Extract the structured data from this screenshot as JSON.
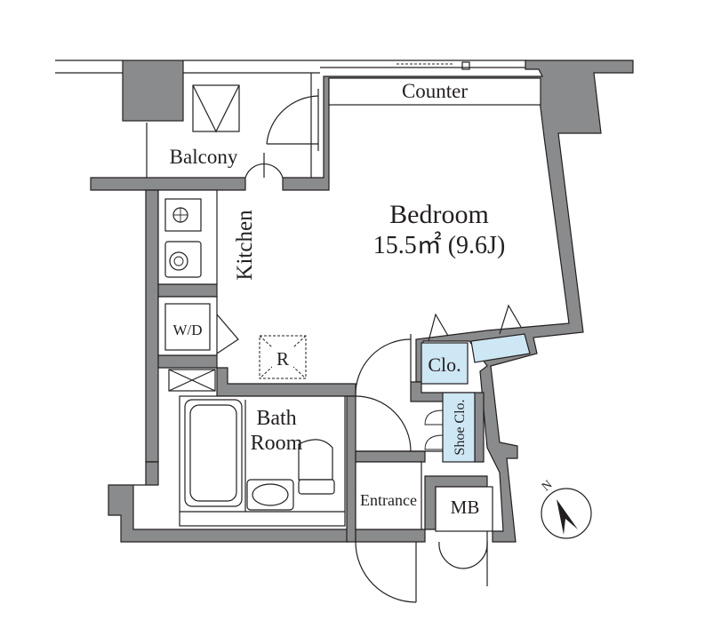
{
  "rooms": {
    "bedroom_label": "Bedroom",
    "bedroom_area": "15.5㎡ (9.6J)",
    "counter": "Counter",
    "balcony": "Balcony",
    "kitchen": "Kitchen",
    "washer_dryer": "W/D",
    "refrigerator": "R",
    "bath_line1": "Bath",
    "bath_line2": "Room",
    "closet": "Clo.",
    "shoe_closet": "Shoe Clo.",
    "entrance": "Entrance",
    "meter_box": "MB"
  },
  "compass": {
    "north_label": "N"
  },
  "colors": {
    "wall": "#8a8b8c",
    "closet": "#cde7f4",
    "line": "#231f20"
  }
}
